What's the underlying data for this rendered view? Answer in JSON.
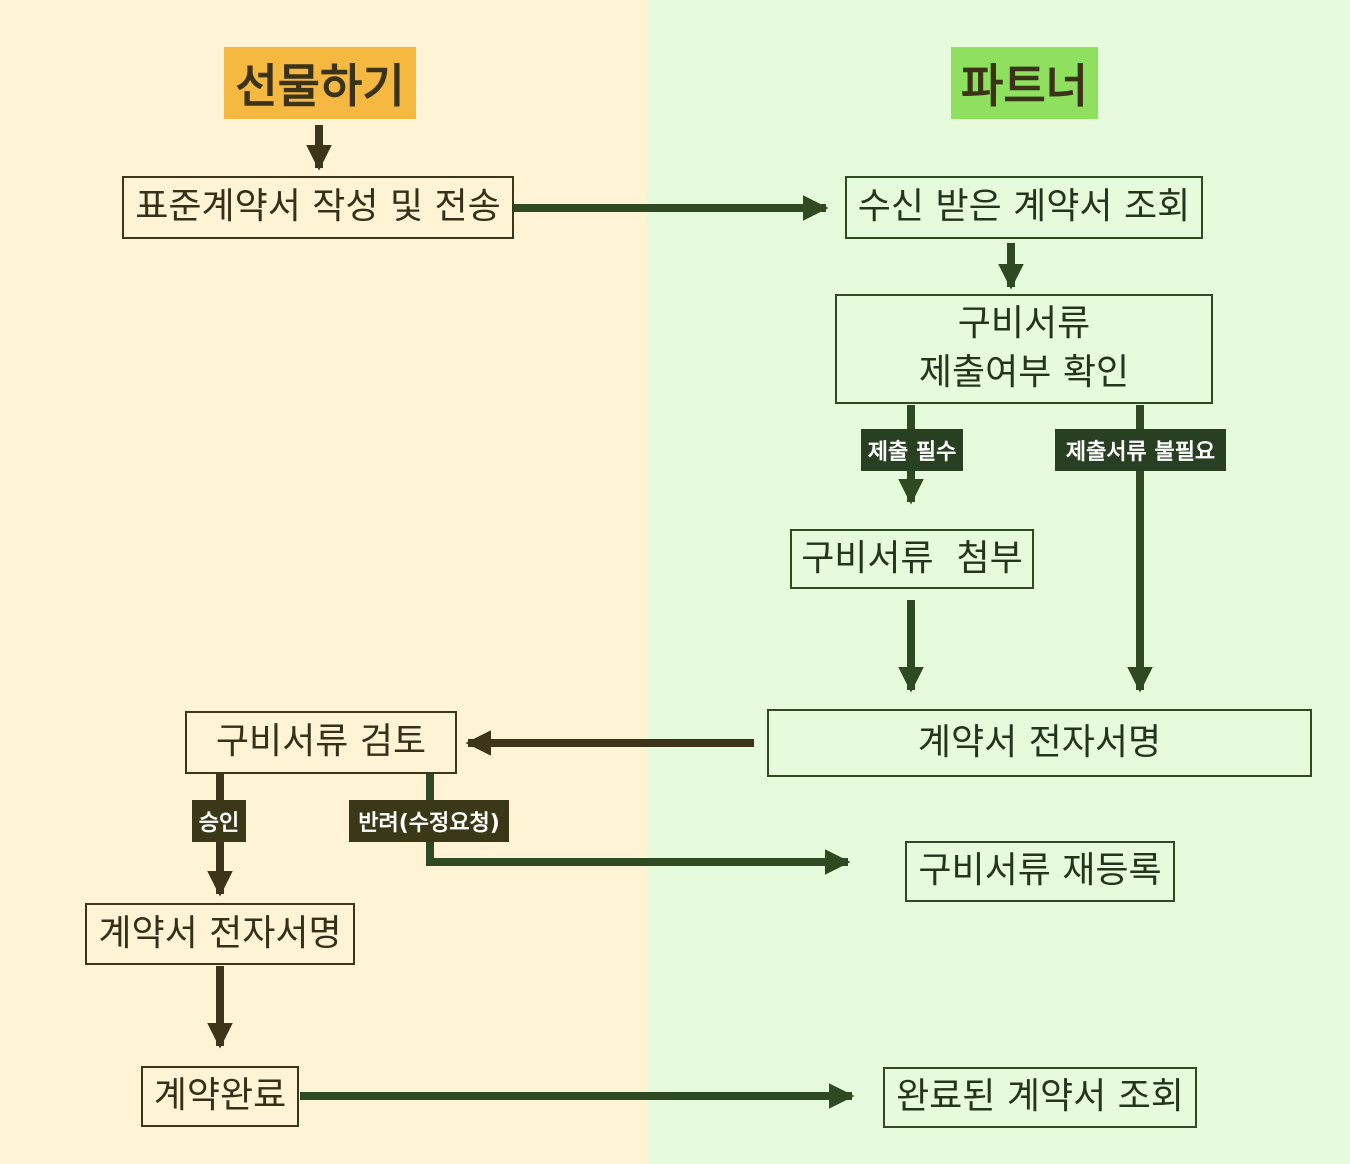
{
  "headers": {
    "left": {
      "label": "선물하기",
      "color": "#f5b942"
    },
    "right": {
      "label": "파트너",
      "color": "#8ee05e"
    }
  },
  "colors": {
    "left_background": "#fef4d5",
    "right_background": "#e6fbdb",
    "left_stroke": "#3d3519",
    "right_stroke": "#2f4a22"
  },
  "nodes": {
    "standard_contract": "표준계약서 작성 및 전송",
    "received_contract": "수신 받은 계약서 조회",
    "docs_check_line1": "구비서류",
    "docs_check_line2": "제출여부 확인",
    "docs_attach": "구비서류  첨부",
    "partner_esign": "계약서 전자서명",
    "docs_review": "구비서류 검토",
    "docs_reregister": "구비서류 재등록",
    "left_esign": "계약서 전자서명",
    "contract_done": "계약완료",
    "done_contract_view": "완료된 계약서 조회"
  },
  "edge_labels": {
    "submit_required": "제출 필수",
    "docs_not_required": "제출서류 불필요",
    "approve": "승인",
    "reject": "반려(수정요청)"
  }
}
